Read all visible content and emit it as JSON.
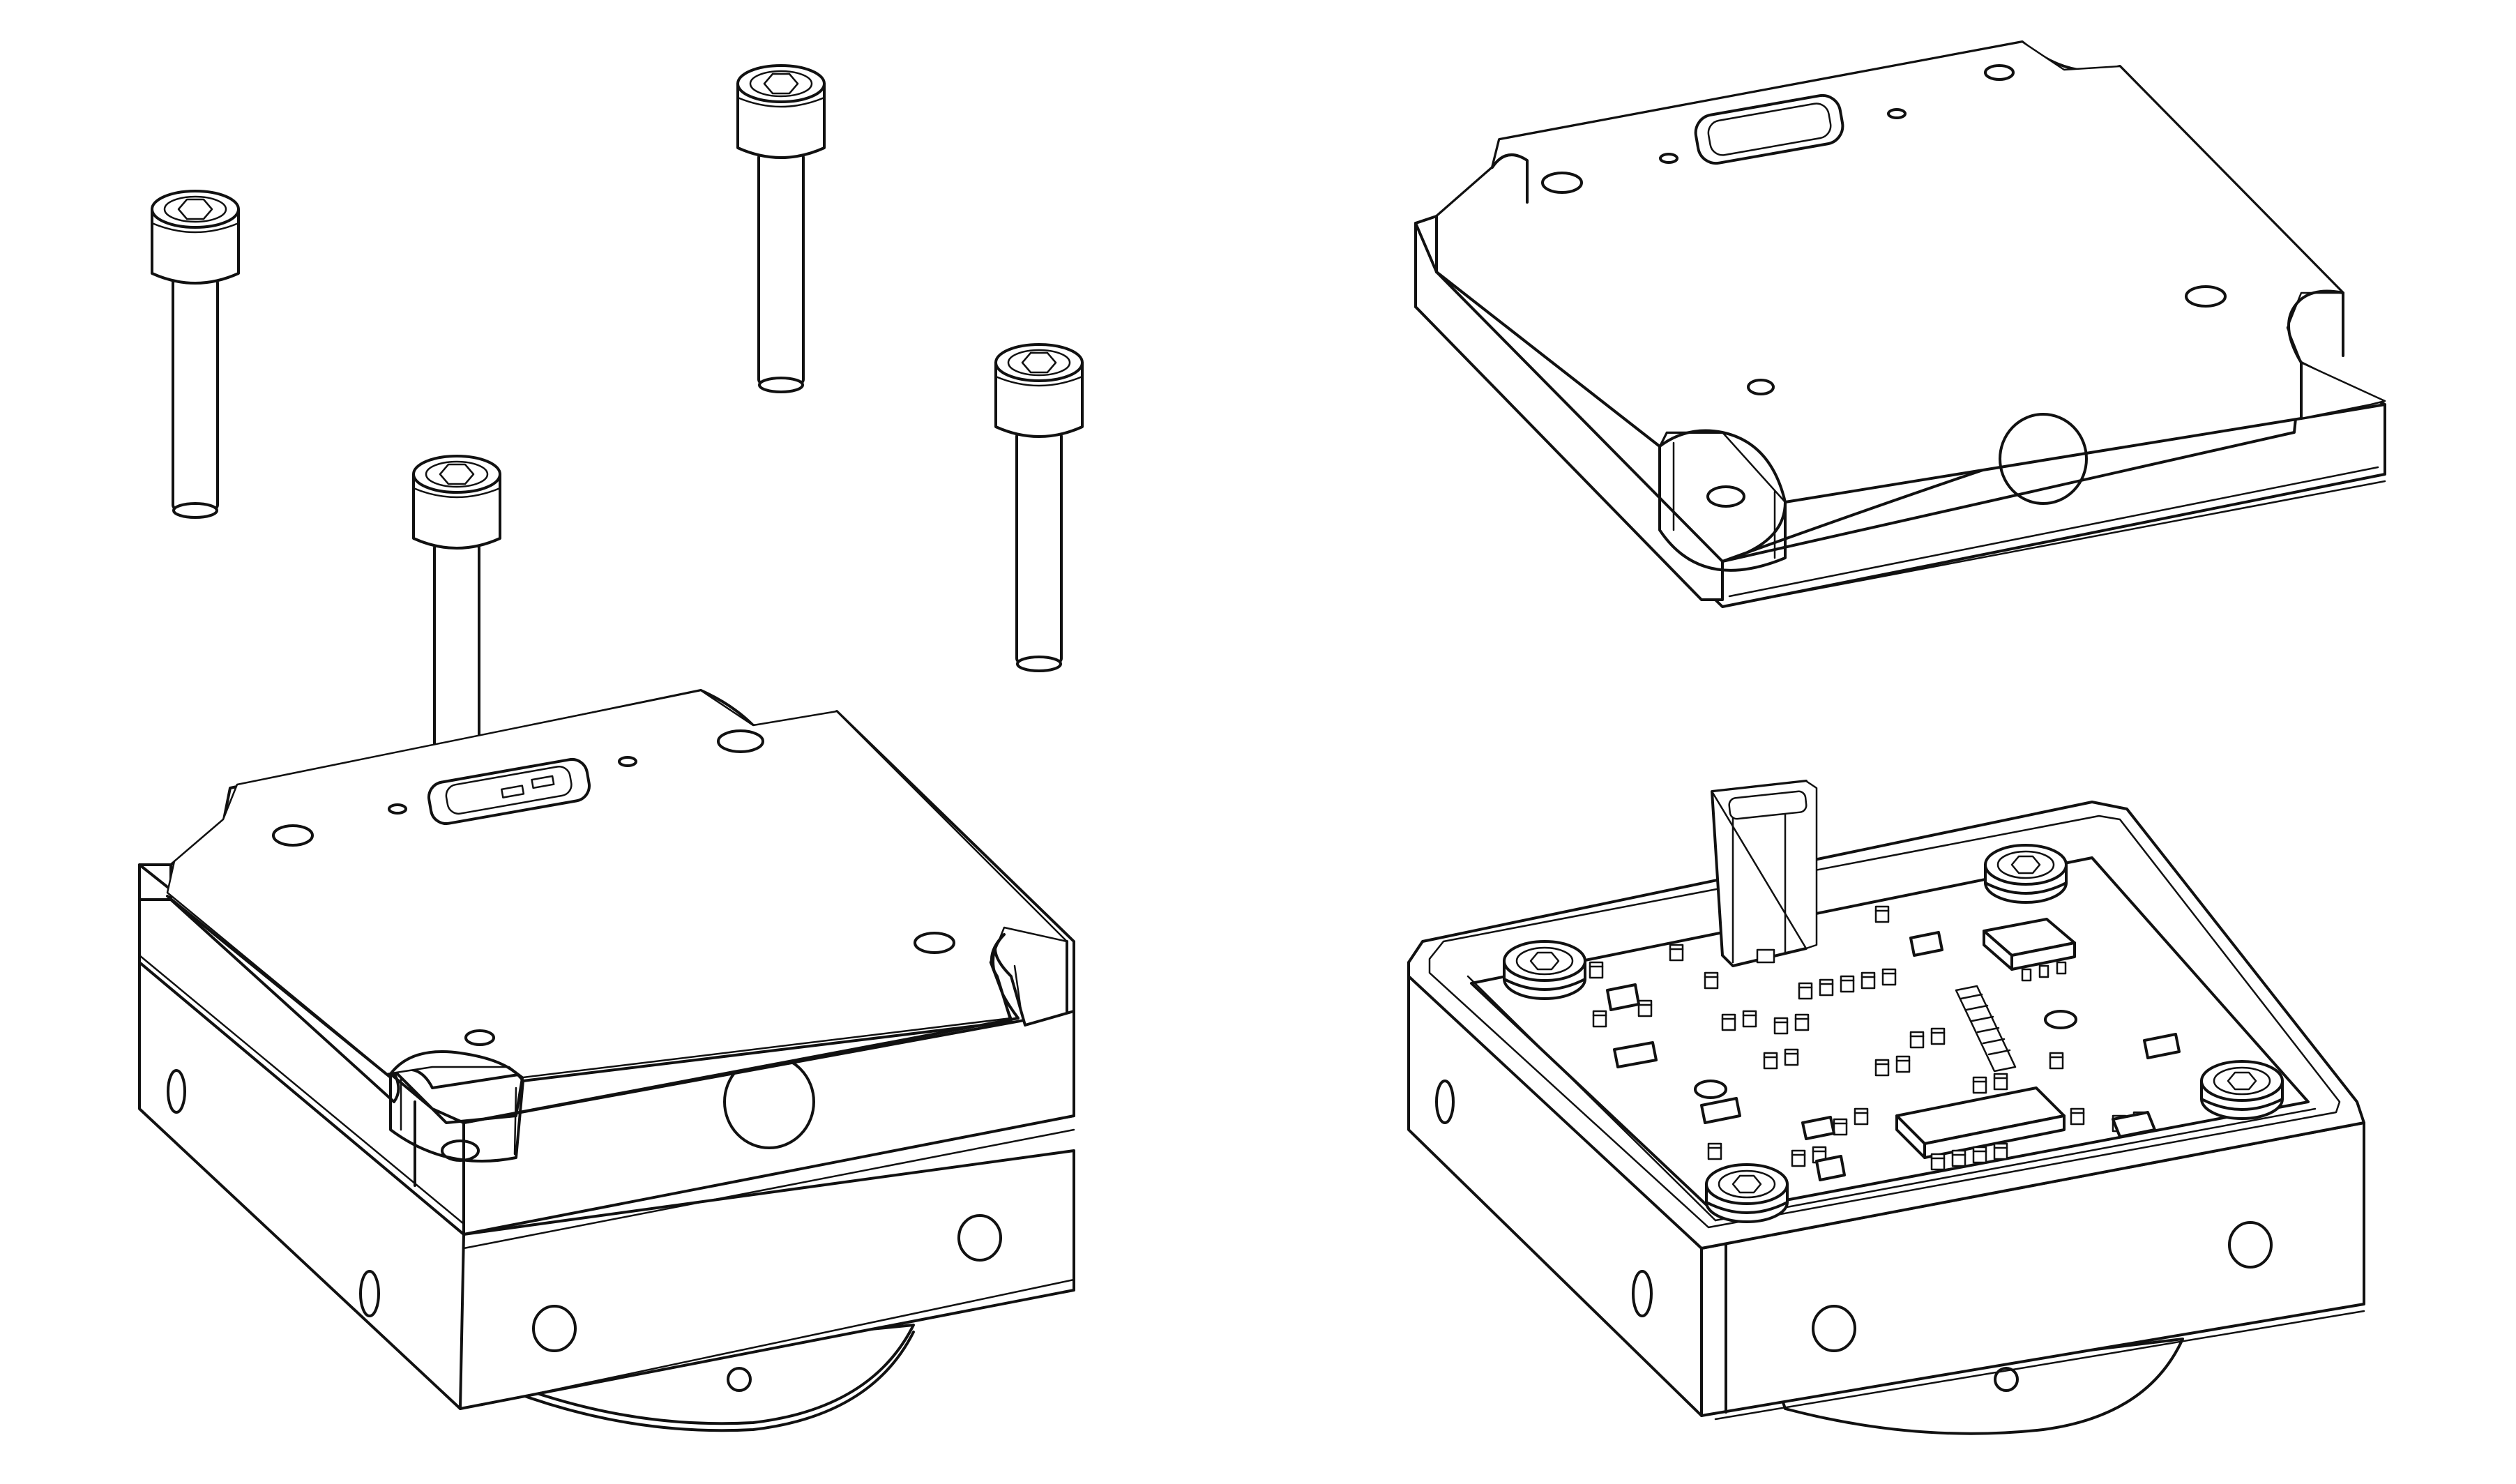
{
  "figure": {
    "views": [
      {
        "id": "assembled-enclosure-with-screws",
        "screw_count": 4
      },
      {
        "id": "separated-lid"
      },
      {
        "id": "open-housing-with-pcb"
      }
    ],
    "line_color": "#111111",
    "background": "#ffffff"
  }
}
